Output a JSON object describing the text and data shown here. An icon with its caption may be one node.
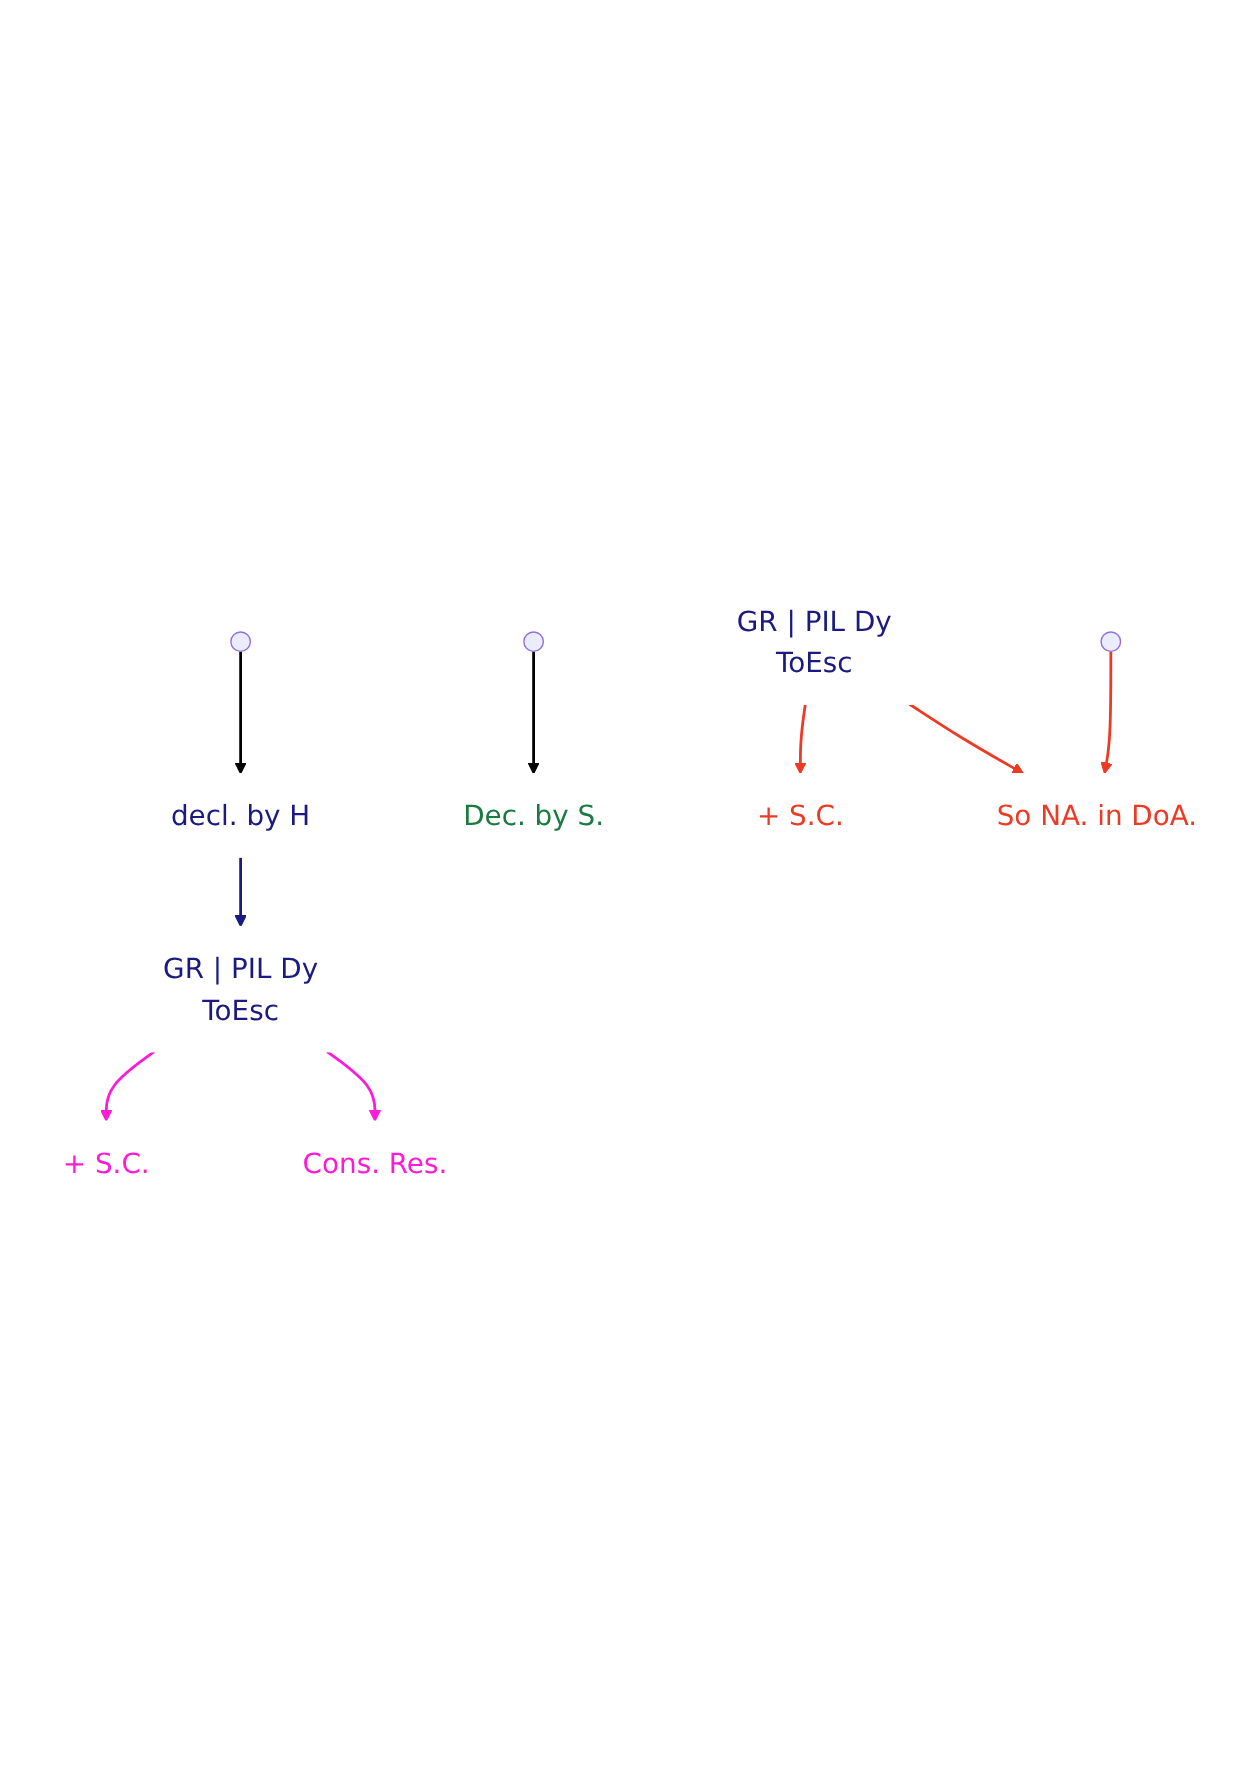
{
  "diagram": {
    "nodes": [
      {
        "text": [
          "decl. by H"
        ]
      },
      {
        "text": [
          "Dec. by S."
        ]
      },
      {
        "text": [
          "GR | PIL Dy",
          "ToEsc"
        ]
      },
      {
        "text": [
          "+ S.C."
        ]
      },
      {
        "text": [
          "GR | PIL Dy",
          "ToEsc"
        ]
      },
      {
        "text": [
          "+ S.C."
        ]
      },
      {
        "text": [
          "Cons. Res."
        ]
      },
      {
        "text": [
          "So NA. in DoA."
        ]
      }
    ],
    "edges": [
      {
        "from": null,
        "to": 0,
        "arrow": "to",
        "color": "#000000"
      },
      {
        "from": null,
        "to": 1,
        "arrow": "to",
        "color": "#000000"
      },
      {
        "from": 0,
        "to": 2,
        "arrow": "to",
        "color": "#1a1a80"
      },
      {
        "from": 2,
        "to": 3,
        "arrow": "to",
        "color": "#ff1ad9"
      },
      {
        "from": 4,
        "to": 5,
        "arrow": "to",
        "color": "#ee3a24"
      },
      {
        "from": 2,
        "to": 6,
        "arrow": "to",
        "color": "#ff1ad9"
      },
      {
        "from": 4,
        "to": 7,
        "arrow": "to",
        "color": "#ee3a24"
      },
      {
        "from": null,
        "to": 7,
        "arrow": "to",
        "color": "#ee3a24"
      }
    ]
  }
}
